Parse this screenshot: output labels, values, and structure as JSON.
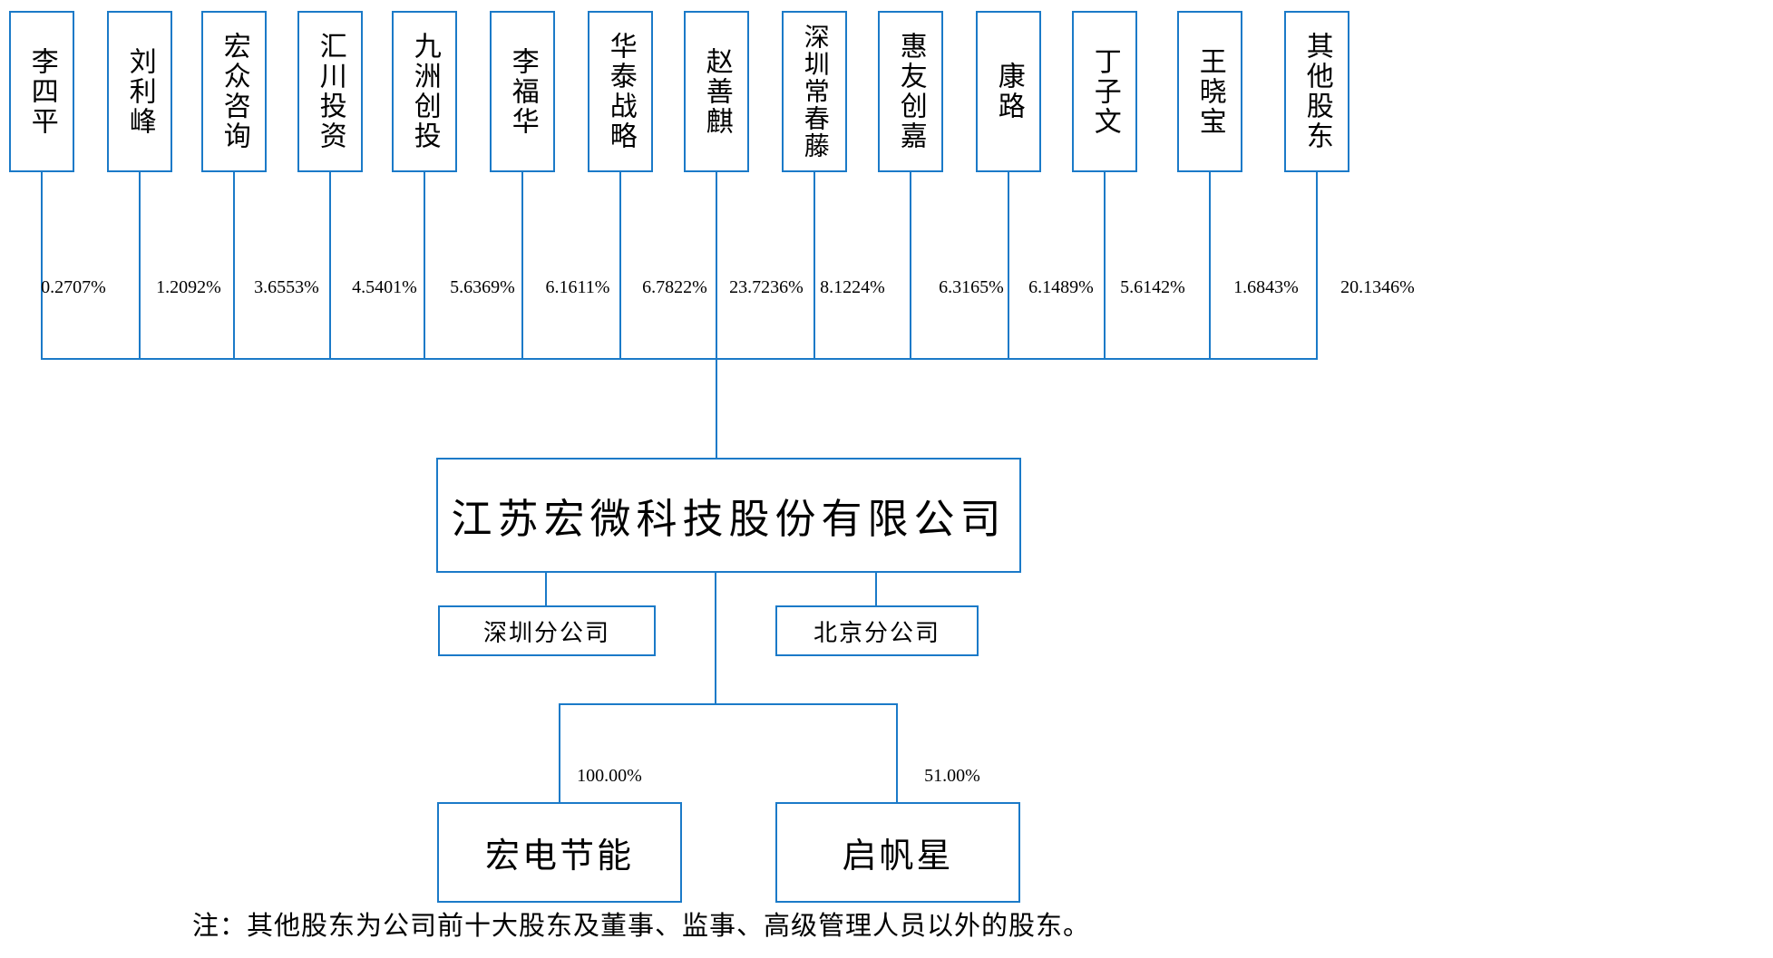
{
  "diagram": {
    "line_color": "#1b7ac8",
    "shareholders": [
      {
        "name": "李四平",
        "pct": "0.2707%"
      },
      {
        "name": "刘利峰",
        "pct": "1.2092%"
      },
      {
        "name": "宏众咨询",
        "pct": "3.6553%"
      },
      {
        "name": "汇川投资",
        "pct": "4.5401%"
      },
      {
        "name": "九洲创投",
        "pct": "5.6369%"
      },
      {
        "name": "李福华",
        "pct": "6.1611%"
      },
      {
        "name": "华泰战略",
        "pct": "6.7822%"
      },
      {
        "name": "赵善麒",
        "pct": "23.7236%"
      },
      {
        "name": "深圳常春藤",
        "pct": "8.1224%"
      },
      {
        "name": "惠友创嘉",
        "pct": "6.3165%"
      },
      {
        "name": "康路",
        "pct": "6.1489%"
      },
      {
        "name": "丁子文",
        "pct": "5.6142%"
      },
      {
        "name": "王晓宝",
        "pct": "1.6843%"
      },
      {
        "name": "其他股东",
        "pct": "20.1346%"
      }
    ],
    "company": {
      "name": "江苏宏微科技股份有限公司"
    },
    "branches": [
      {
        "name": "深圳分公司"
      },
      {
        "name": "北京分公司"
      }
    ],
    "subsidiaries": [
      {
        "name": "宏电节能",
        "pct": "100.00%"
      },
      {
        "name": "启帆星",
        "pct": "51.00%"
      }
    ],
    "note": "注：其他股东为公司前十大股东及董事、监事、高级管理人员以外的股东。"
  }
}
